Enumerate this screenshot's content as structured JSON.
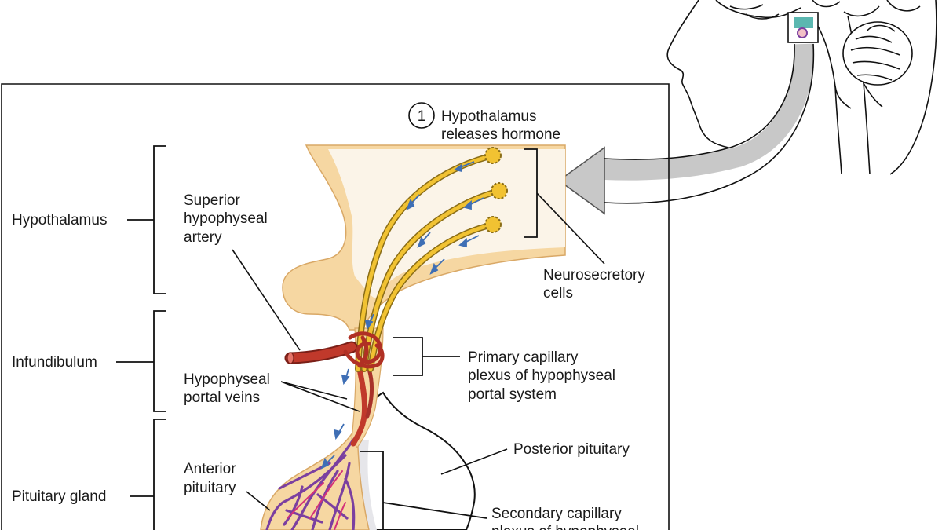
{
  "colors": {
    "hypothalamus_fill": "#fbf4e8",
    "tissue_fill": "#f6d7a2",
    "axon": "#f1c232",
    "axon_edge": "#8a6d17",
    "artery": "#c0392b",
    "veins_purple": "#7b3fa0",
    "veins_pink": "#d4317a",
    "flow_arrow": "#3f6fb5",
    "callout_arrow": "#c8c8c8",
    "insert_accent": "#5bb7b0"
  },
  "step": {
    "number": "1",
    "line1": "Hypothalamus",
    "line2": "releases hormone"
  },
  "regions": {
    "hypothalamus": "Hypothalamus",
    "infundibulum": "Infundibulum",
    "pituitary_gland": "Pituitary gland"
  },
  "labels": {
    "superior_artery": [
      "Superior",
      "hypophyseal",
      "artery"
    ],
    "neurosecretory": [
      "Neurosecretory",
      "cells"
    ],
    "primary_plexus": [
      "Primary capillary",
      "plexus of hypophyseal",
      "portal system"
    ],
    "portal_veins": [
      "Hypophyseal",
      "portal veins"
    ],
    "posterior_pituitary": "Posterior pituitary",
    "anterior_pituitary": [
      "Anterior",
      "pituitary"
    ],
    "secondary_plexus": [
      "Secondary capillary",
      "plexus of hypophyseal"
    ]
  }
}
